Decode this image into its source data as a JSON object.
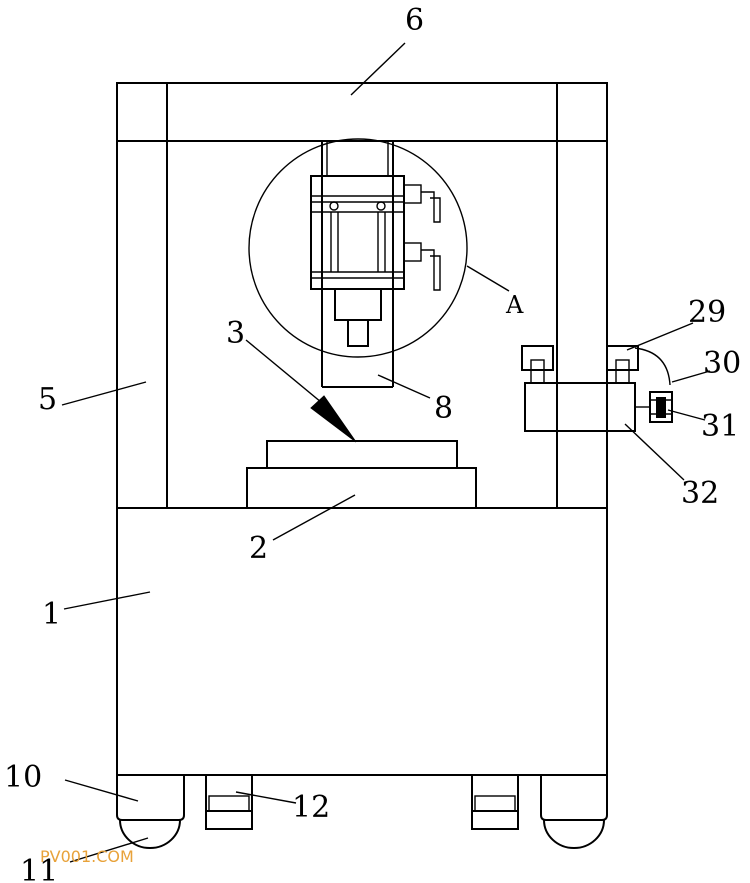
{
  "labels": {
    "n1": "1",
    "n2": "2",
    "n3": "3",
    "n5": "5",
    "n6": "6",
    "n8": "8",
    "n10": "10",
    "n11": "11",
    "n12": "12",
    "n29": "29",
    "n30": "30",
    "n31": "31",
    "n32": "32",
    "detail_a": "A"
  },
  "watermark": "PV001.COM",
  "colors": {
    "line": "#000000",
    "background": "#ffffff",
    "watermark": "#e8a23a"
  }
}
